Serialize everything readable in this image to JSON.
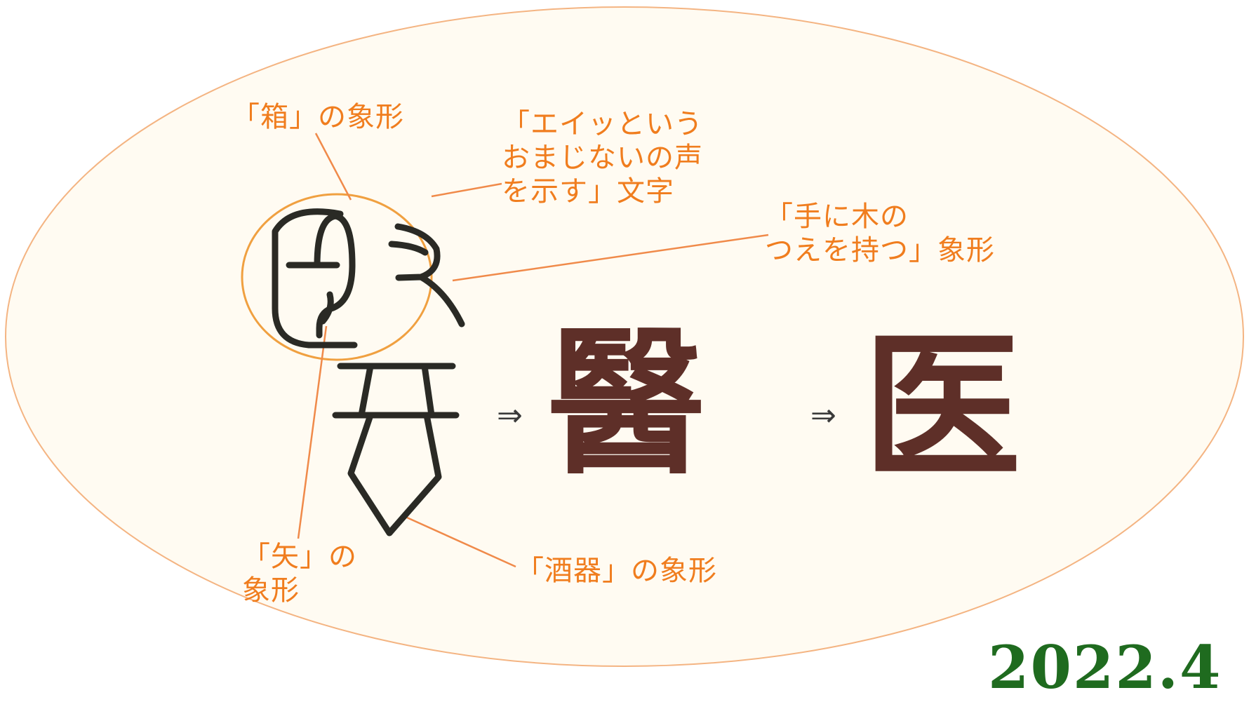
{
  "labels": {
    "box": "「箱」の象形",
    "spell": "「エイッという\nおまじないの声\nを示す」文字",
    "hand": "「手に木の\nつえを持つ」象形",
    "arrow_char": "「矢」の\n象形",
    "wine": "「酒器」の象形"
  },
  "chars": {
    "traditional": "醫",
    "simplified": "医",
    "arrow1": "⇒",
    "arrow2": "⇒"
  },
  "date": "2022.4",
  "colors": {
    "ellipse_fill": "#fffbf2",
    "ellipse_stroke": "#f4b482",
    "circle_stroke": "#f0a040",
    "leader": "#f08a4a",
    "ancient_stroke": "#2a2a25",
    "char_color": "#5e2f28",
    "label_color": "#f07d1e",
    "date_color": "#1f6b1f"
  }
}
